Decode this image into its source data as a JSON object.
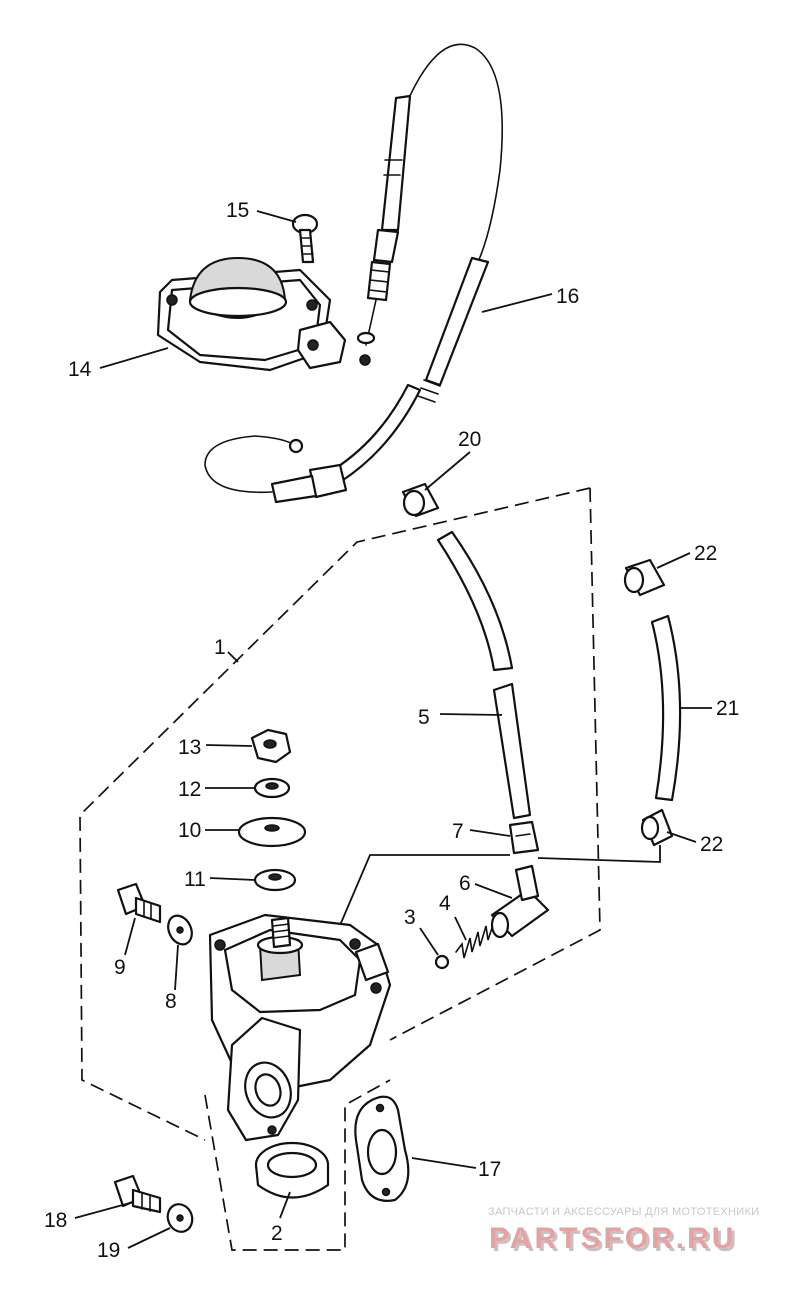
{
  "diagram": {
    "callouts": {
      "c1": "1",
      "c2": "2",
      "c3": "3",
      "c4": "4",
      "c5": "5",
      "c6": "6",
      "c7": "7",
      "c8": "8",
      "c9": "9",
      "c10": "10",
      "c11": "11",
      "c12": "12",
      "c13": "13",
      "c14": "14",
      "c15": "15",
      "c16": "16",
      "c17": "17",
      "c18": "18",
      "c19": "19",
      "c20": "20",
      "c21": "21",
      "c22a": "22",
      "c22b": "22"
    }
  },
  "watermark": {
    "tagline": "ЗАПЧАСТИ И АКСЕССУАРЫ ДЛЯ МОТОТЕХНИКИ",
    "brand": "PARTSFOR.RU",
    "colors": {
      "primary": "#e8a0a0",
      "shadow": "#c4c4c4"
    }
  }
}
